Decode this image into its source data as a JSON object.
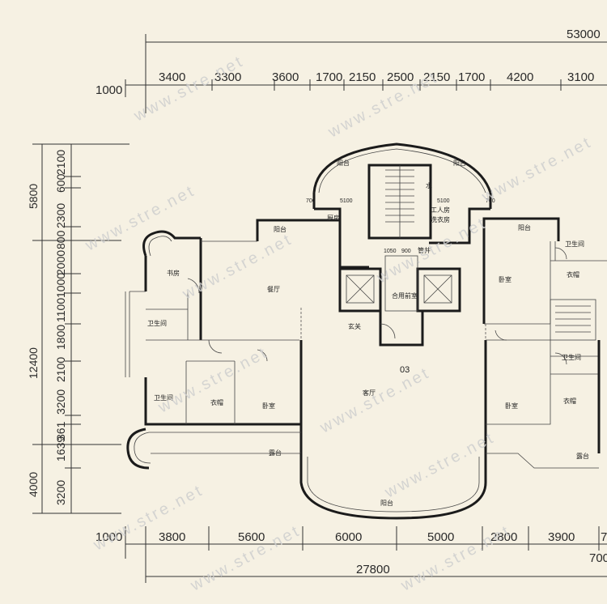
{
  "dims": {
    "overall_top": "53000",
    "top_row": [
      "3400",
      "3300",
      "3600",
      "1700",
      "2150",
      "2500",
      "2150",
      "1700",
      "4200",
      "3100"
    ],
    "top_left": "1000",
    "left_outer": [
      "5800",
      "12400",
      "4000"
    ],
    "left_inner": [
      "2100",
      "600",
      "2300",
      "800",
      "2000",
      "1000",
      "1100",
      "1800",
      "2100",
      "3200",
      "361",
      "1639",
      "3200"
    ],
    "bottom_row": [
      "1000",
      "3800",
      "5600",
      "6000",
      "5000",
      "2800",
      "3900",
      "7"
    ],
    "bottom_sub": "700",
    "overall_bottom": "27800",
    "core": [
      "5100",
      "5100",
      "1050",
      "900",
      "700",
      "700"
    ]
  },
  "rooms": {
    "balcony": "阳台",
    "kitchen": "厨房",
    "worker_laundry": [
      "工人房",
      "洗衣房"
    ],
    "study": "书房",
    "dining": "餐厅",
    "bath": "卫生间",
    "foyer": "玄关",
    "living": "客厅",
    "wardrobe": "衣帽",
    "bedroom": "卧室",
    "terrace": "露台",
    "shared_lobby": "合用前室",
    "shaft": "管井",
    "unit_no": "03",
    "water": "水"
  },
  "watermark": "www.stre.net",
  "colors": {
    "background": "#f6f1e3",
    "line": "#1b1b1b",
    "watermark": "#cfcfcf"
  }
}
